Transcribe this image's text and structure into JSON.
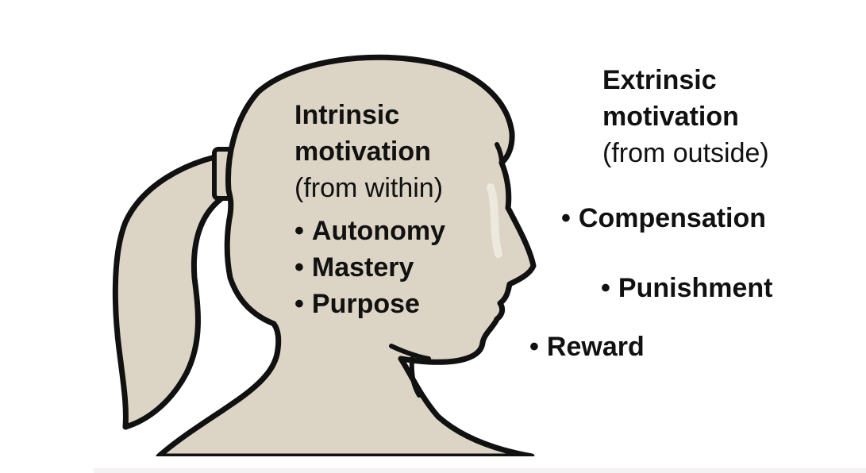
{
  "colors": {
    "head_fill": "#dcd4c4",
    "outline": "#111111",
    "background": "#ffffff"
  },
  "intrinsic": {
    "title_line1": "Intrinsic",
    "title_line2": "motivation",
    "subtitle": "(from within)",
    "items": [
      "Autonomy",
      "Mastery",
      "Purpose"
    ]
  },
  "extrinsic": {
    "title_line1": "Extrinsic",
    "title_line2": "motivation",
    "subtitle": "(from outside)",
    "items": [
      "Compensation",
      "Punishment",
      "Reward"
    ]
  },
  "bullet_glyph": "•"
}
